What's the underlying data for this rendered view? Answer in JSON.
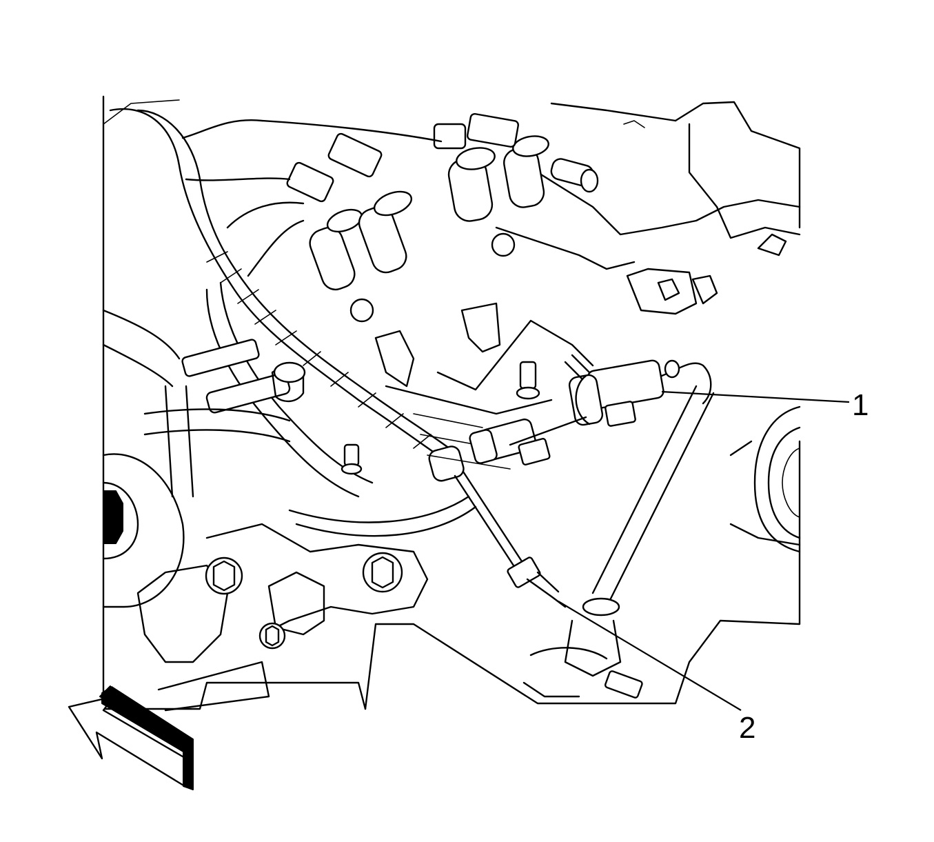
{
  "diagram": {
    "callouts": [
      {
        "id": "1",
        "label": "1"
      },
      {
        "id": "2",
        "label": "2"
      }
    ],
    "icons": {
      "view_direction": "view-direction-arrow-icon"
    },
    "colors": {
      "ink": "#000000",
      "paper": "#ffffff"
    }
  }
}
